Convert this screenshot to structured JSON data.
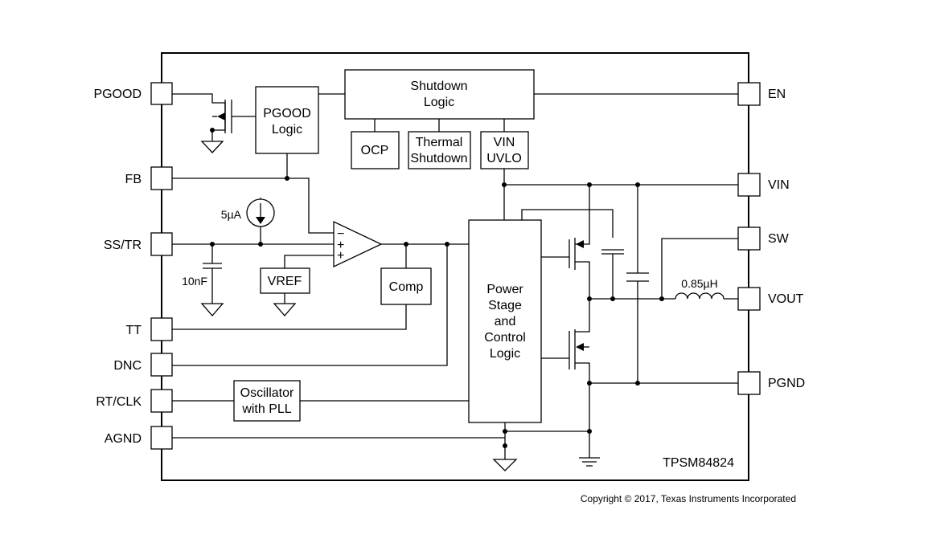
{
  "pins_left": {
    "pgood": "PGOOD",
    "fb": "FB",
    "ss_tr": "SS/TR",
    "tt": "TT",
    "dnc": "DNC",
    "rt_clk": "RT/CLK",
    "agnd": "AGND"
  },
  "pins_right": {
    "en": "EN",
    "vin": "VIN",
    "sw": "SW",
    "vout": "VOUT",
    "pgnd": "PGND"
  },
  "blocks": {
    "shutdown_logic": [
      "Shutdown",
      "Logic"
    ],
    "pgood_logic": [
      "PGOOD",
      "Logic"
    ],
    "ocp": "OCP",
    "thermal_shutdown": [
      "Thermal",
      "Shutdown"
    ],
    "vin_uvlo": [
      "VIN",
      "UVLO"
    ],
    "vref": "VREF",
    "comp": "Comp",
    "oscillator": [
      "Oscillator",
      "with PLL"
    ],
    "power_stage": [
      "Power",
      "Stage",
      "and",
      "Control",
      "Logic"
    ]
  },
  "labels": {
    "current_source": "5µA",
    "capacitor": "10nF",
    "inductor": "0.85µH",
    "opamp_minus": "−",
    "opamp_plus1": "+",
    "opamp_plus2": "+",
    "part_number": "TPSM84824"
  },
  "copyright": "Copyright © 2017, Texas Instruments Incorporated"
}
